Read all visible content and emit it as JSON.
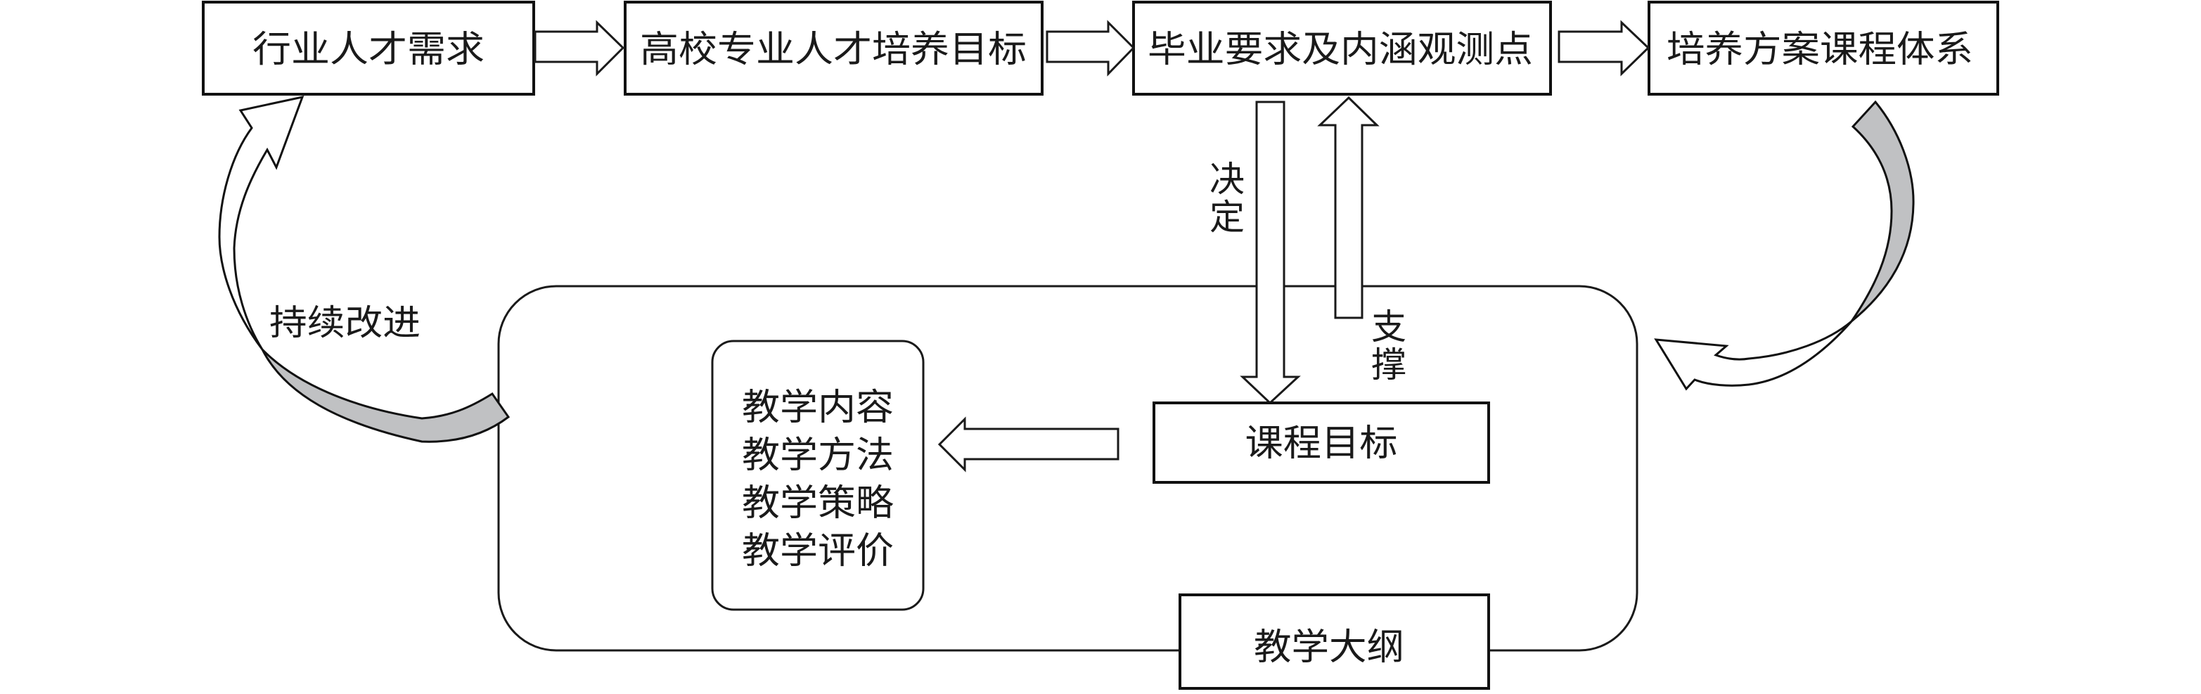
{
  "diagram": {
    "top_flow": [
      {
        "label": "行业人才需求"
      },
      {
        "label": "高校专业人才培养目标"
      },
      {
        "label": "毕业要求及内涵观测点"
      },
      {
        "label": "培养方案课程体系"
      }
    ],
    "decide_label": [
      "决",
      "定"
    ],
    "support_label": [
      "支",
      "撑"
    ],
    "continuous_improvement_label": "持续改进",
    "course_objectives_label": "课程目标",
    "teaching_items": [
      "教学内容",
      "教学方法",
      "教学策略",
      "教学评价"
    ],
    "syllabus_label": "教学大纲"
  }
}
